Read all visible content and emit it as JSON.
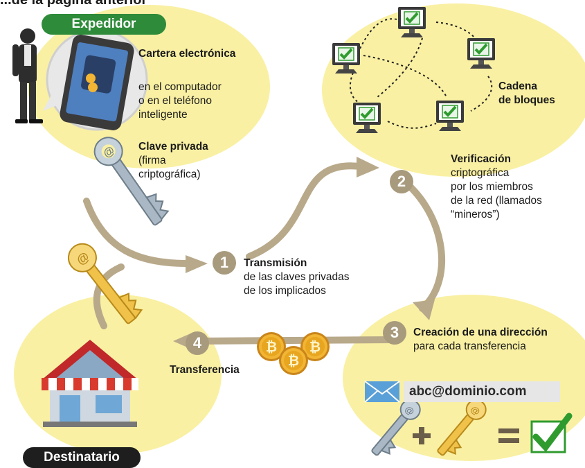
{
  "page_title": "...de la página anterior",
  "sections": {
    "sender": {
      "badge": "Expedidor",
      "wallet_title": "Cartera electrónica",
      "wallet_lines": [
        "en el computador",
        "o en el teléfono",
        "inteligente"
      ],
      "key_title": "Clave privada",
      "key_lines": [
        "(firma",
        "criptográfica)"
      ]
    },
    "blockchain": {
      "title_lines": [
        "Cadena",
        "de bloques"
      ],
      "verification_title": "Verificación",
      "verification_lines": [
        "criptográfica",
        "por los miembros",
        "de la red (llamados",
        "“mineros”)"
      ]
    },
    "steps": [
      {
        "number": "1",
        "title": "Transmisión",
        "lines": [
          "de las claves privadas",
          "de los implicados"
        ]
      },
      {
        "number": "2"
      },
      {
        "number": "3",
        "title": "Creación de una dirección",
        "lines": [
          "para cada transferencia"
        ]
      },
      {
        "number": "4",
        "title": "Transferencia"
      }
    ],
    "address": {
      "email": "abc@dominio.com",
      "equals": "="
    },
    "receiver": {
      "badge": "Destinatario"
    }
  },
  "colors": {
    "bubble_yellow": "#f9f0a3",
    "badge_green": "#2e8b3a",
    "badge_dark": "#1e1e1e",
    "flow_arrow": "#b8a98a",
    "step_circle": "#a89a7c",
    "check_green": "#2f9b2f",
    "key_silver": "#a9b8c4",
    "key_gold": "#f0c24a",
    "coin_gold": "#e8a620",
    "envelope_blue": "#5aa0d8"
  },
  "icons": [
    "person-icon",
    "phone-wallet-icon",
    "silver-key-icon",
    "gold-key-icon",
    "computer-check-icon",
    "bitcoin-coin-icon",
    "store-icon",
    "envelope-icon",
    "check-box-icon"
  ]
}
